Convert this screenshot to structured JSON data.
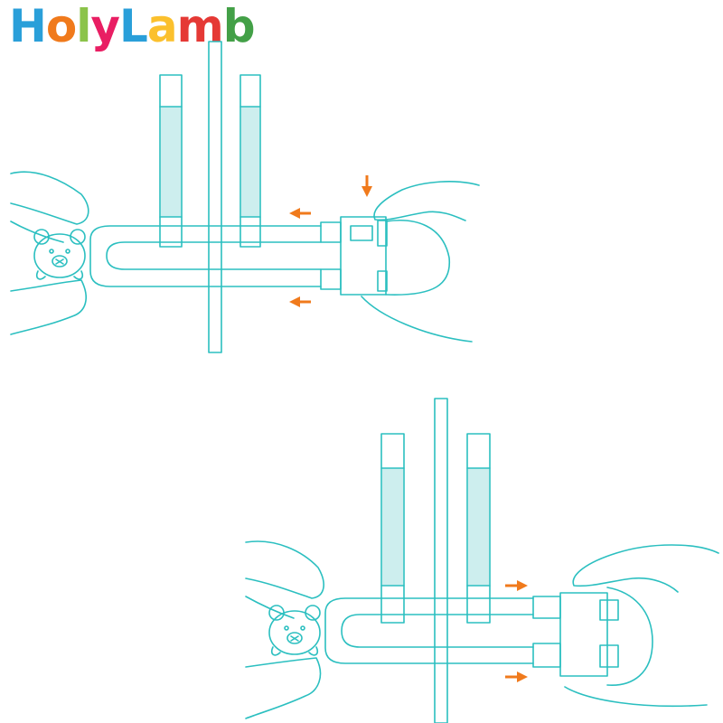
{
  "brand": {
    "logo_letters": [
      "H",
      "o",
      "l",
      "y",
      "L",
      "a",
      "m",
      "b"
    ],
    "logo_colors": [
      "#2a9fd9",
      "#f07a1c",
      "#8bc34a",
      "#e91e63",
      "#2a9fd9",
      "#fbc02d",
      "#e53935",
      "#43a047"
    ]
  },
  "colors": {
    "line": "#2bbfc0",
    "strap_fill": "#cdeeee",
    "arrow": "#f07a1c"
  },
  "steps": [
    {
      "arrows": [
        "down",
        "left",
        "left"
      ]
    },
    {
      "arrows": [
        "right",
        "right"
      ]
    }
  ]
}
